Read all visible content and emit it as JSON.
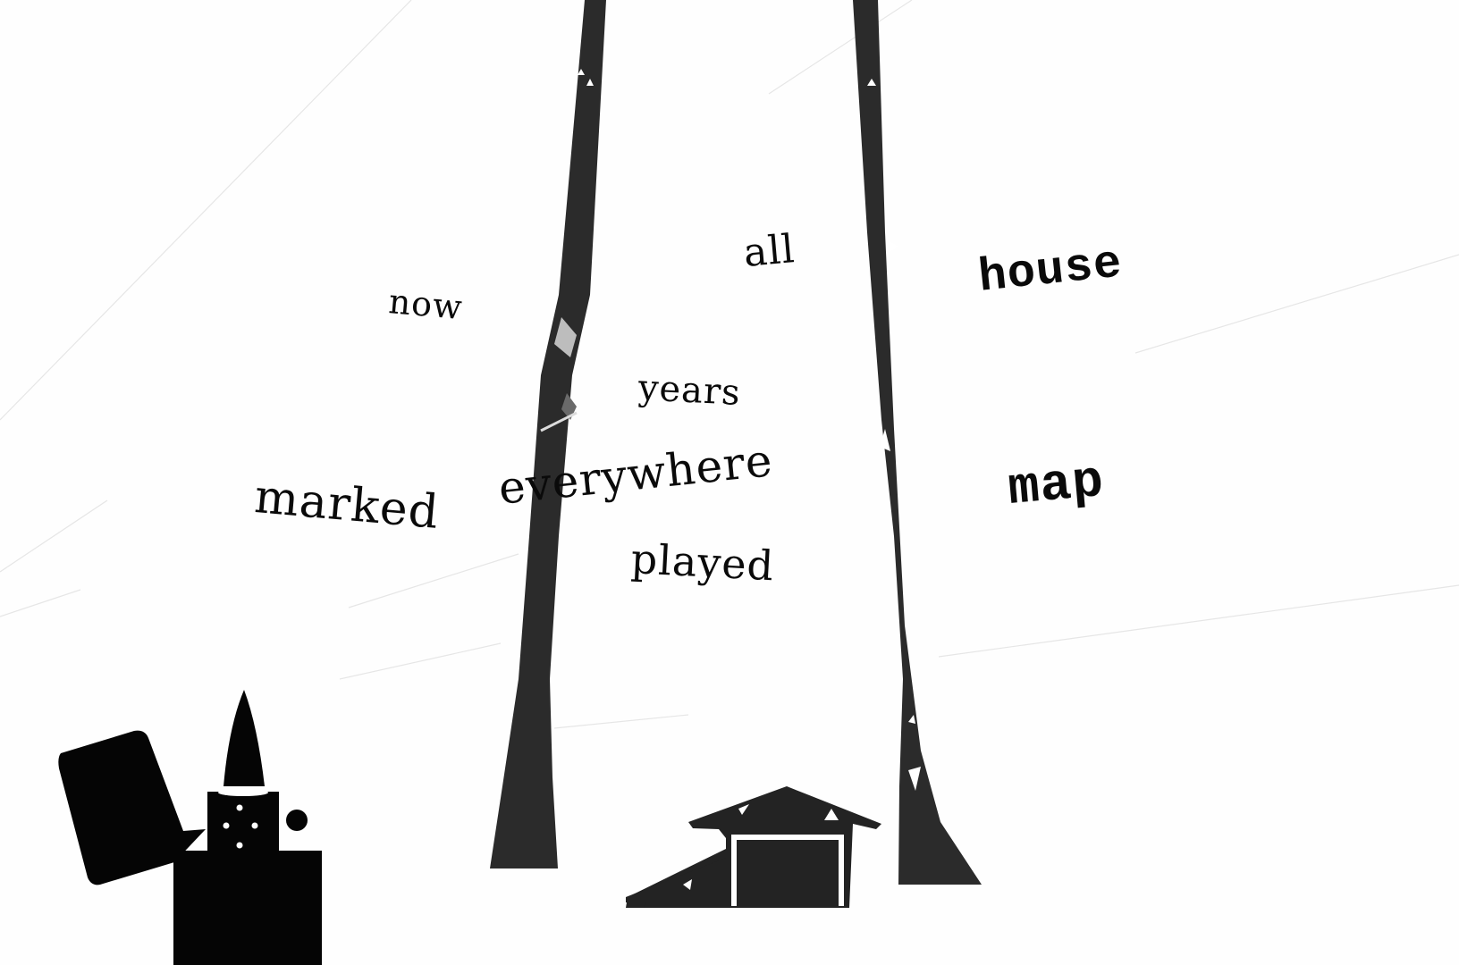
{
  "scene": {
    "background": "#fefefe",
    "tree_color": "#2b2b2b",
    "house_color": "#232323",
    "lighter_color": "#050505"
  },
  "words": [
    {
      "id": "now",
      "text": "now"
    },
    {
      "id": "all",
      "text": "all"
    },
    {
      "id": "house",
      "text": "house"
    },
    {
      "id": "years",
      "text": "years"
    },
    {
      "id": "marked",
      "text": "marked"
    },
    {
      "id": "everywhere",
      "text": "everywhere"
    },
    {
      "id": "map",
      "text": "map"
    },
    {
      "id": "played",
      "text": "played"
    }
  ],
  "objects": {
    "left_tree": "tree",
    "right_tree": "tree",
    "house": "house",
    "lighter": "lighter"
  }
}
